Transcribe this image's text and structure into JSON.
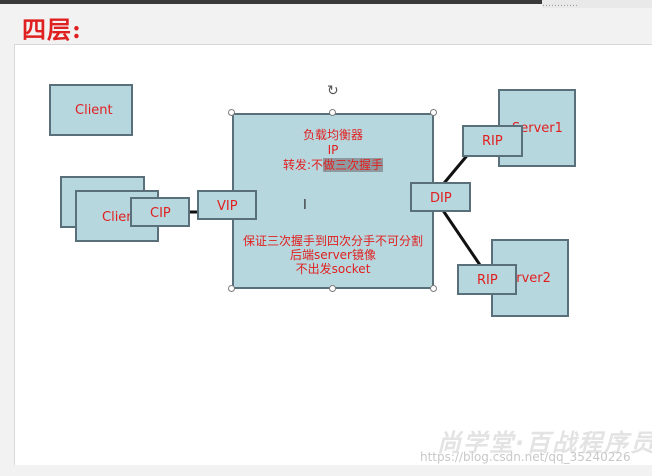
{
  "header": {
    "title": "四层:",
    "top_strip": "…………"
  },
  "nodes": {
    "client1": "Client",
    "client_back": "",
    "client_front": "Client",
    "cip": "CIP",
    "vip": "VIP",
    "dip": "DIP",
    "server1": "Server1",
    "rip1": "RIP",
    "server2": "Server2",
    "rip2": "RIP"
  },
  "load_balancer": {
    "line1": "负载均衡器",
    "line2": "IP",
    "line3_prefix": "转发:不",
    "line3_highlight": "做三次握手",
    "line4": "保证三次握手到四次分手不可分割",
    "line5": "后端server镜像",
    "line6": "不出发socket"
  },
  "watermark": {
    "logo": "尚学堂·百战程序员",
    "url": "https://blog.csdn.net/qq_35240226"
  },
  "colors": {
    "box_fill": "#b7d7de",
    "box_border": "#59707a",
    "text_red": "#e02020"
  }
}
